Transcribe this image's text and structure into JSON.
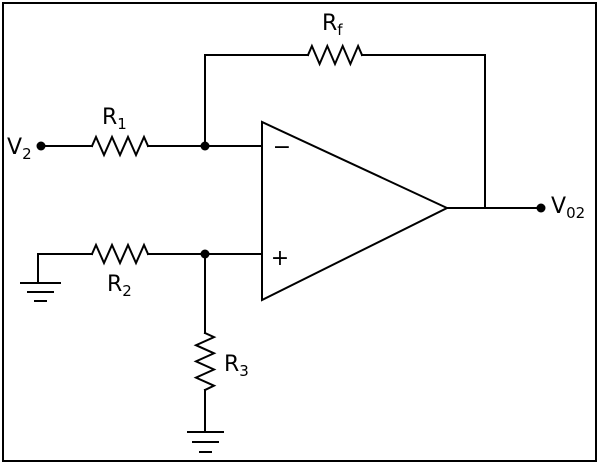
{
  "circuit": {
    "input_source": {
      "main": "V",
      "sub": "2"
    },
    "resistors": {
      "r1": {
        "main": "R",
        "sub": "1"
      },
      "rf": {
        "main": "R",
        "sub": "f"
      },
      "r2": {
        "main": "R",
        "sub": "2"
      },
      "r3": {
        "main": "R",
        "sub": "3"
      }
    },
    "output": {
      "main": "V",
      "sub": "02"
    },
    "opamp": {
      "inverting_symbol": "−",
      "noninverting_symbol": "+"
    }
  },
  "colors": {
    "line": "#000000",
    "background": "#ffffff",
    "border": "#000000"
  }
}
